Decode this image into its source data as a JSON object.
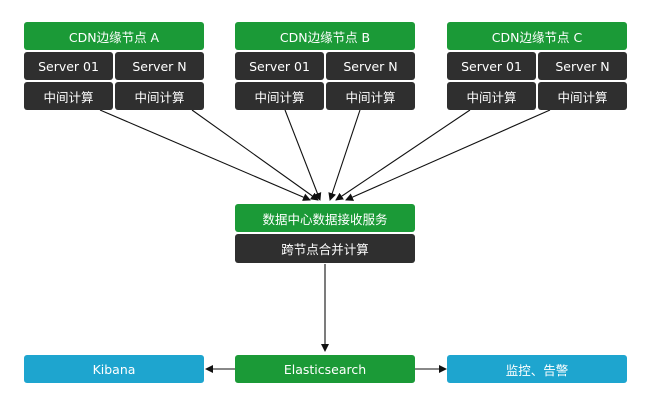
{
  "nodes": [
    {
      "title": "CDN边缘节点 A",
      "servers": [
        "Server 01",
        "Server N"
      ],
      "compute": [
        "中间计算",
        "中间计算"
      ]
    },
    {
      "title": "CDN边缘节点 B",
      "servers": [
        "Server 01",
        "Server N"
      ],
      "compute": [
        "中间计算",
        "中间计算"
      ]
    },
    {
      "title": "CDN边缘节点 C",
      "servers": [
        "Server 01",
        "Server N"
      ],
      "compute": [
        "中间计算",
        "中间计算"
      ]
    }
  ],
  "datacenter": {
    "service": "数据中心数据接收服务",
    "merge": "跨节点合并计算"
  },
  "bottom": {
    "kibana": "Kibana",
    "elasticsearch": "Elasticsearch",
    "monitoring": "监控、告警"
  },
  "colors": {
    "green": "#1b9a37",
    "dark": "#2f2f2f",
    "blue": "#1ea5cf",
    "arrow": "#111111"
  }
}
